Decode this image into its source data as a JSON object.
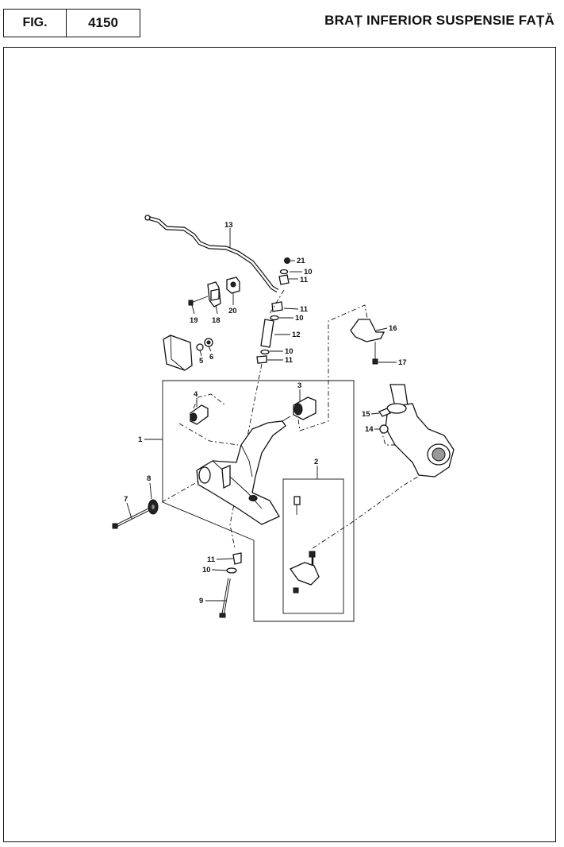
{
  "header": {
    "fig_label": "FIG.",
    "fig_number": "4150",
    "title": "BRAȚ INFERIOR SUSPENSIE FAȚĂ"
  },
  "callouts": [
    "1",
    "2",
    "3",
    "4",
    "5",
    "6",
    "7",
    "8",
    "9",
    "10",
    "10",
    "10",
    "10",
    "11",
    "11",
    "11",
    "11",
    "12",
    "13",
    "14",
    "15",
    "16",
    "17",
    "18",
    "19",
    "20",
    "21"
  ]
}
